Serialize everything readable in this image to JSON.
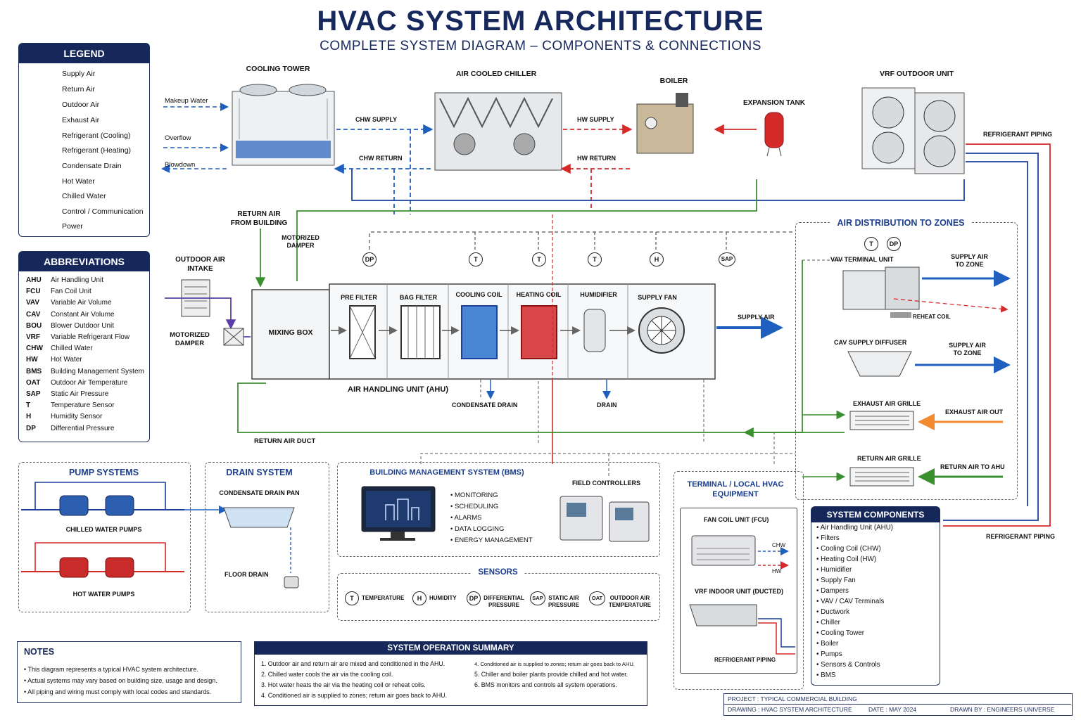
{
  "header": {
    "title": "HVAC SYSTEM ARCHITECTURE",
    "subtitle": "COMPLETE SYSTEM DIAGRAM – COMPONENTS & CONNECTIONS"
  },
  "colors": {
    "supply": "#1f5fbf",
    "return": "#3a8f2e",
    "outdoor": "#5b3fa8",
    "exhaust": "#f28a2e",
    "ref_cool": "#1c3f9c",
    "ref_heat": "#d42a2a",
    "navy": "#16275a"
  },
  "legend": {
    "title": "LEGEND",
    "items": [
      "Supply Air",
      "Return Air",
      "Outdoor Air",
      "Exhaust Air",
      "Refrigerant (Cooling)",
      "Refrigerant (Heating)",
      "Condensate Drain",
      "Hot Water",
      "Chilled Water",
      "Control / Communication",
      "Power"
    ]
  },
  "abbreviations": {
    "title": "ABBREVIATIONS",
    "items": [
      {
        "k": "AHU",
        "v": "Air Handling Unit"
      },
      {
        "k": "FCU",
        "v": "Fan Coil Unit"
      },
      {
        "k": "VAV",
        "v": "Variable Air Volume"
      },
      {
        "k": "CAV",
        "v": "Constant Air Volume"
      },
      {
        "k": "BOU",
        "v": "Blower Outdoor Unit"
      },
      {
        "k": "VRF",
        "v": "Variable Refrigerant Flow"
      },
      {
        "k": "CHW",
        "v": "Chilled Water"
      },
      {
        "k": "HW",
        "v": "Hot Water"
      },
      {
        "k": "BMS",
        "v": "Building Management System"
      },
      {
        "k": "OAT",
        "v": "Outdoor Air Temperature"
      },
      {
        "k": "SAP",
        "v": "Static Air Pressure"
      },
      {
        "k": "T",
        "v": "Temperature Sensor"
      },
      {
        "k": "H",
        "v": "Humidity Sensor"
      },
      {
        "k": "DP",
        "v": "Differential Pressure"
      }
    ]
  },
  "plant": {
    "cooling_tower": "COOLING TOWER",
    "makeup_water": "Makeup Water",
    "overflow": "Overflow",
    "blowdown": "Blowdown",
    "chiller": "AIR COOLED CHILLER",
    "chw_supply": "CHW SUPPLY",
    "chw_return": "CHW RETURN",
    "boiler": "BOILER",
    "hw_supply": "HW SUPPLY",
    "hw_return": "HW RETURN",
    "expansion_tank": "EXPANSION TANK",
    "vrf_outdoor": "VRF OUTDOOR UNIT",
    "refrigerant_piping": "REFRIGERANT PIPING"
  },
  "ahu": {
    "title": "AIR HANDLING UNIT (AHU)",
    "return_air": "RETURN AIR FROM BUILDING",
    "motorized_damper_top": "MOTORIZED DAMPER",
    "outdoor_air_intake": "OUTDOOR AIR INTAKE",
    "motorized_damper": "MOTORIZED DAMPER",
    "mixing_box": "MIXING BOX",
    "sections": [
      "PRE FILTER",
      "BAG FILTER",
      "COOLING COIL",
      "HEATING COIL",
      "HUMIDIFIER",
      "SUPPLY FAN"
    ],
    "sensors": [
      "DP",
      "T",
      "T",
      "T",
      "H",
      "SAP"
    ],
    "supply_air": "SUPPLY AIR",
    "condensate_drain": "CONDENSATE DRAIN",
    "drain": "DRAIN",
    "return_air_duct": "RETURN AIR DUCT"
  },
  "zones": {
    "title": "AIR DISTRIBUTION TO ZONES",
    "vav": "VAV TERMINAL UNIT",
    "reheat": "REHEAT COIL",
    "supply_zone_1": "SUPPLY AIR TO ZONE",
    "cav": "CAV SUPPLY DIFFUSER",
    "supply_zone_2": "SUPPLY AIR TO ZONE",
    "exhaust_grille": "EXHAUST AIR GRILLE",
    "exhaust_out": "EXHAUST AIR OUT",
    "return_grille": "RETURN AIR GRILLE",
    "return_to_ahu": "RETURN AIR TO AHU",
    "vav_sensors": [
      "T",
      "DP"
    ]
  },
  "pumps": {
    "title": "PUMP SYSTEMS",
    "chw": "CHILLED WATER PUMPS",
    "hw": "HOT WATER PUMPS"
  },
  "drain_system": {
    "title": "DRAIN SYSTEM",
    "pan": "CONDENSATE DRAIN PAN",
    "floor": "FLOOR DRAIN"
  },
  "bms": {
    "title": "BUILDING MANAGEMENT SYSTEM (BMS)",
    "items": [
      "MONITORING",
      "SCHEDULING",
      "ALARMS",
      "DATA LOGGING",
      "ENERGY MANAGEMENT"
    ],
    "field": "FIELD CONTROLLERS"
  },
  "sensors": {
    "title": "SENSORS",
    "items": [
      {
        "sym": "T",
        "label": "TEMPERATURE"
      },
      {
        "sym": "H",
        "label": "HUMIDITY"
      },
      {
        "sym": "DP",
        "label": "DIFFERENTIAL PRESSURE"
      },
      {
        "sym": "SAP",
        "label": "STATIC AIR PRESSURE"
      },
      {
        "sym": "OAT",
        "label": "OUTDOOR AIR TEMPERATURE"
      }
    ]
  },
  "terminal": {
    "title": "TERMINAL / LOCAL HVAC EQUIPMENT",
    "fcu": "FAN COIL UNIT (FCU)",
    "chw": "CHW",
    "hw": "HW",
    "vrf_indoor": "VRF INDOOR UNIT (DUCTED)",
    "ref_piping": "REFRIGERANT PIPING"
  },
  "components": {
    "title": "SYSTEM COMPONENTS",
    "items": [
      "Air Handling Unit (AHU)",
      "Filters",
      "Cooling Coil (CHW)",
      "Heating Coil (HW)",
      "Humidifier",
      "Supply Fan",
      "Dampers",
      "VAV / CAV Terminals",
      "Ductwork",
      "Chiller",
      "Cooling Tower",
      "Boiler",
      "Pumps",
      "Sensors & Controls",
      "BMS"
    ],
    "ref_piping": "REFRIGERANT PIPING"
  },
  "notes": {
    "title": "NOTES",
    "items": [
      "This diagram represents a typical HVAC system architecture.",
      "Actual systems may vary based on building size, usage and design.",
      "All piping and wiring must comply with local codes and standards."
    ]
  },
  "summary": {
    "title": "SYSTEM OPERATION SUMMARY",
    "left": [
      "1. Outdoor air and return air are mixed and conditioned in the AHU.",
      "2. Chilled water cools the air via the cooling coil.",
      "3. Hot water heats the air via the heating coil or reheat coils.",
      "4. Conditioned air is supplied to zones; return air goes back to AHU."
    ],
    "right": [
      "4. Conditioned air is supplied to zones; return air goes back to AHU.",
      "5. Chiller and boiler plants provide chilled and hot water.",
      "6. BMS monitors and controls all system operations."
    ]
  },
  "footer": {
    "project": "PROJECT :  TYPICAL COMMERCIAL BUILDING",
    "drawing": "DRAWING :   HVAC SYSTEM ARCHITECTURE",
    "date": "DATE :   MAY 2024",
    "drawn": "DRAWN BY :   ENGINEERS UNIVERSE"
  }
}
